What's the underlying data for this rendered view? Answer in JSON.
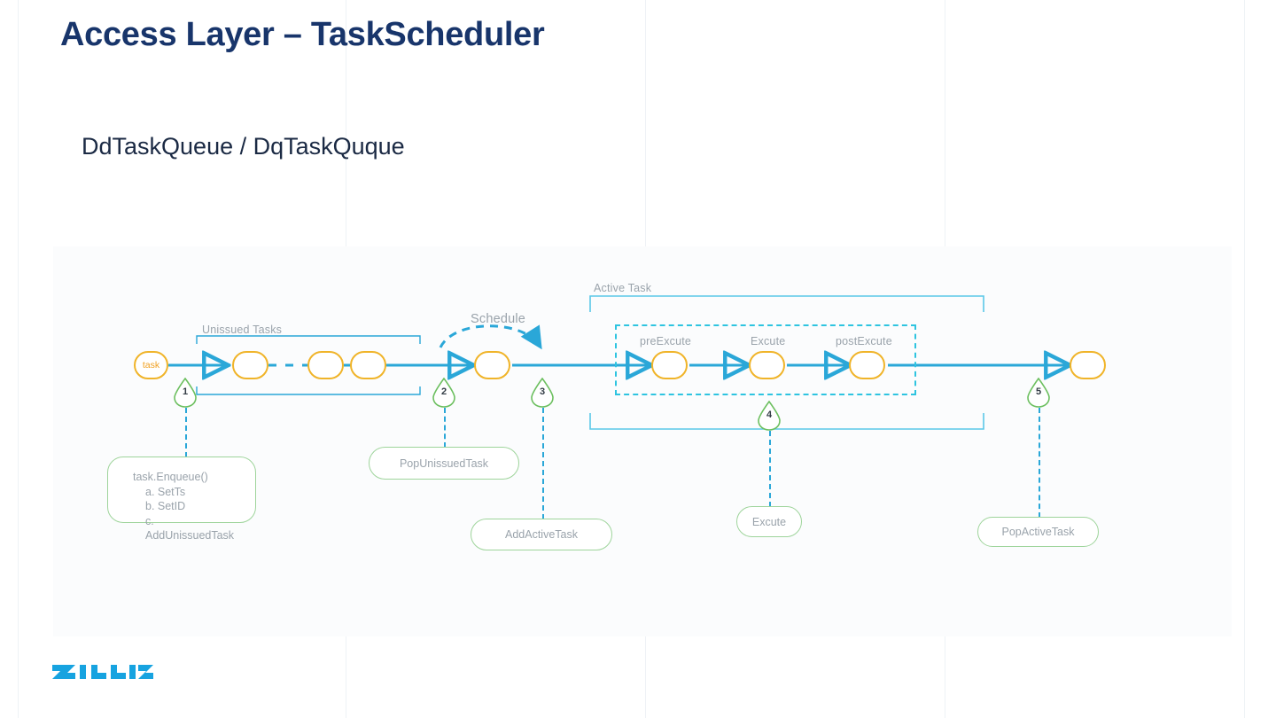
{
  "slide": {
    "title": "Access Layer – TaskScheduler",
    "subtitle": "DdTaskQueue / DqTaskQuque",
    "brand": "ZILLIZ",
    "colors": {
      "title": "#18356b",
      "node_stroke": "#f0b429",
      "flow_line": "#2aa7d8",
      "callout_stroke": "#9ed49b",
      "label_text": "#9aa3ab",
      "brand": "#17a3e0"
    }
  },
  "diagram": {
    "group_labels": {
      "unissued": "Unissued Tasks",
      "active": "Active Task",
      "schedule": "Schedule"
    },
    "nodes": {
      "task": "task",
      "pre_execute": "preExcute",
      "execute": "Excute",
      "post_execute": "postExcute"
    },
    "markers": [
      "1",
      "2",
      "3",
      "4",
      "5"
    ],
    "callouts": {
      "one": {
        "title": "task.Enqueue()",
        "items": [
          "a. SetTs",
          "b. SetID",
          "c. AddUnissuedTask"
        ]
      },
      "two": "PopUnissuedTask",
      "three": "AddActiveTask",
      "four": "Excute",
      "five": "PopActiveTask"
    }
  }
}
